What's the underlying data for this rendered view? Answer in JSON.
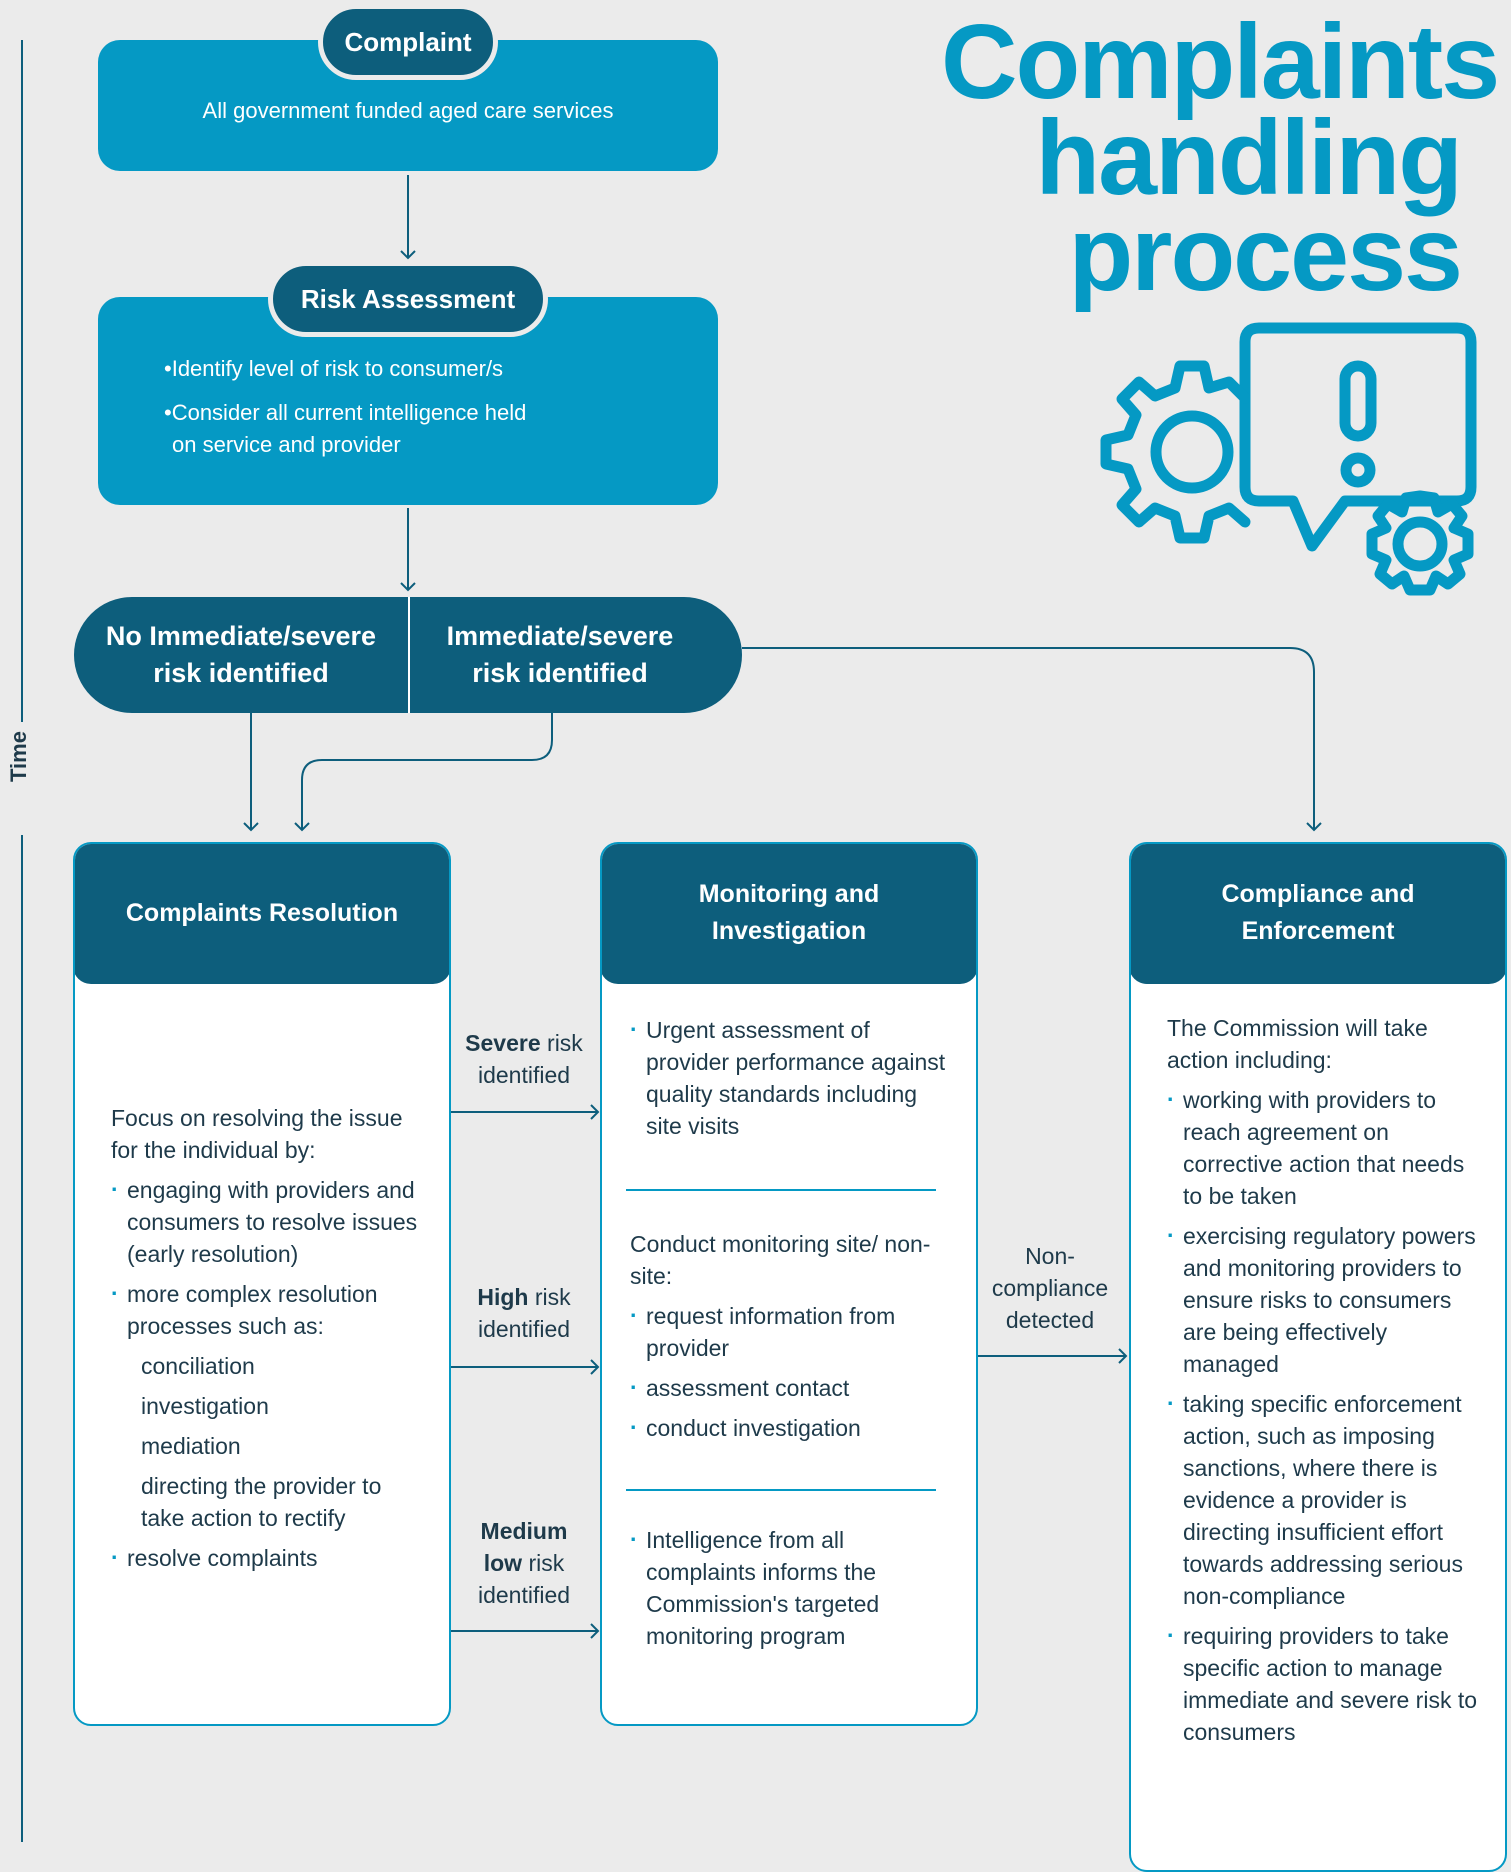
{
  "title": {
    "line1": "Complaints",
    "line2": "handling",
    "line3": "process"
  },
  "icon": "settings-alert-icon",
  "colors": {
    "accent": "#0599c4",
    "dark": "#0d5e7c",
    "background": "#ebebeb"
  },
  "time_axis": {
    "label": "Time"
  },
  "complaint": {
    "label": "Complaint",
    "text": "All government funded aged care services"
  },
  "risk_assessment": {
    "label": "Risk Assessment",
    "bullets": [
      "•Identify level of risk to consumer/s",
      "•Consider all current intelligence held",
      "on service and provider"
    ]
  },
  "decision": {
    "left": {
      "line1": "No Immediate/severe",
      "line2": "risk identified"
    },
    "right": {
      "line1": "Immediate/severe",
      "line2": "risk identified"
    }
  },
  "resolution": {
    "heading": "Complaints Resolution",
    "intro": "Focus on resolving the issue for the individual by:",
    "items": [
      "engaging with providers and consumers to resolve issues (early resolution)",
      "more complex resolution processes such as:"
    ],
    "sub_items": [
      "conciliation",
      "investigation",
      "mediation",
      "directing the provider to take action to rectify"
    ],
    "last_item": "resolve complaints"
  },
  "risk_levels": {
    "severe": {
      "bold": "Severe",
      "rest": " risk",
      "line2": "identified"
    },
    "high": {
      "bold": "High",
      "rest": " risk",
      "line2": "identified"
    },
    "medium": {
      "bold1": "Medium",
      "bold2": "low",
      "rest": " risk",
      "line3": "identified"
    }
  },
  "monitoring": {
    "heading_line1": "Monitoring and",
    "heading_line2": "Investigation",
    "section1": [
      "Urgent assessment of provider performance against quality standards including site visits"
    ],
    "section2_intro": "Conduct monitoring site/ non-site:",
    "section2": [
      "request information from provider",
      "assessment contact",
      "conduct investigation"
    ],
    "section3": [
      "Intelligence from all complaints informs the Commission's targeted monitoring program"
    ]
  },
  "non_compliance": {
    "line1": "Non-",
    "line2": "compliance",
    "line3": "detected"
  },
  "compliance": {
    "heading_line1": "Compliance and",
    "heading_line2": "Enforcement",
    "intro": "The Commission will take action including:",
    "items": [
      "working with providers to reach agreement on corrective action that needs to be taken",
      "exercising regulatory powers and monitoring providers to ensure risks to consumers are being effectively managed",
      "taking specific enforcement action, such as imposing sanctions, where there is evidence a provider is directing insufficient effort towards addressing serious non-compliance",
      "requiring providers to take specific action to manage immediate and severe risk to consumers"
    ]
  }
}
